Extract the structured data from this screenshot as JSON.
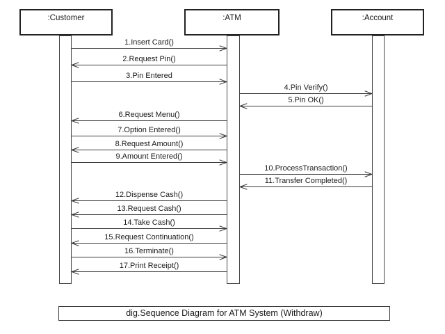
{
  "diagram": {
    "type": "uml-sequence-diagram",
    "caption": "dig.Sequence Diagram for ATM System (Withdraw)",
    "actors": [
      {
        "id": "customer",
        "name": ":Customer"
      },
      {
        "id": "atm",
        "name": ":ATM"
      },
      {
        "id": "account",
        "name": ":Account"
      }
    ],
    "messages": [
      {
        "num": 1,
        "label": "1.Insert Card()",
        "from": ":Customer",
        "to": ":ATM"
      },
      {
        "num": 2,
        "label": "2.Request Pin()",
        "from": ":ATM",
        "to": ":Customer"
      },
      {
        "num": 3,
        "label": "3.Pin Entered",
        "from": ":Customer",
        "to": ":ATM"
      },
      {
        "num": 4,
        "label": "4.Pin Verify()",
        "from": ":ATM",
        "to": ":Account"
      },
      {
        "num": 5,
        "label": "5.Pin OK()",
        "from": ":Account",
        "to": ":ATM"
      },
      {
        "num": 6,
        "label": "6.Request Menu()",
        "from": ":ATM",
        "to": ":Customer"
      },
      {
        "num": 7,
        "label": "7.Option Entered()",
        "from": ":Customer",
        "to": ":ATM"
      },
      {
        "num": 8,
        "label": "8.Request Amount()",
        "from": ":ATM",
        "to": ":Customer"
      },
      {
        "num": 9,
        "label": "9.Amount Entered()",
        "from": ":Customer",
        "to": ":ATM"
      },
      {
        "num": 10,
        "label": "10.ProcessTransaction()",
        "from": ":ATM",
        "to": ":Account"
      },
      {
        "num": 11,
        "label": "11.Transfer Completed()",
        "from": ":Account",
        "to": ":ATM"
      },
      {
        "num": 12,
        "label": "12.Dispense Cash()",
        "from": ":ATM",
        "to": ":Customer"
      },
      {
        "num": 13,
        "label": "13.Request Cash()",
        "from": ":ATM",
        "to": ":Customer"
      },
      {
        "num": 14,
        "label": "14.Take Cash()",
        "from": ":Customer",
        "to": ":ATM"
      },
      {
        "num": 15,
        "label": "15.Request Continuation()",
        "from": ":ATM",
        "to": ":Customer"
      },
      {
        "num": 16,
        "label": "16.Terminate()",
        "from": ":Customer",
        "to": ":ATM"
      },
      {
        "num": 17,
        "label": "17.Print Receipt()",
        "from": ":ATM",
        "to": ":Customer"
      }
    ]
  },
  "colors": {
    "background": "#ffffff",
    "line": "#3a3a3a",
    "box_border": "#222222",
    "text": "#1a1a1a"
  }
}
